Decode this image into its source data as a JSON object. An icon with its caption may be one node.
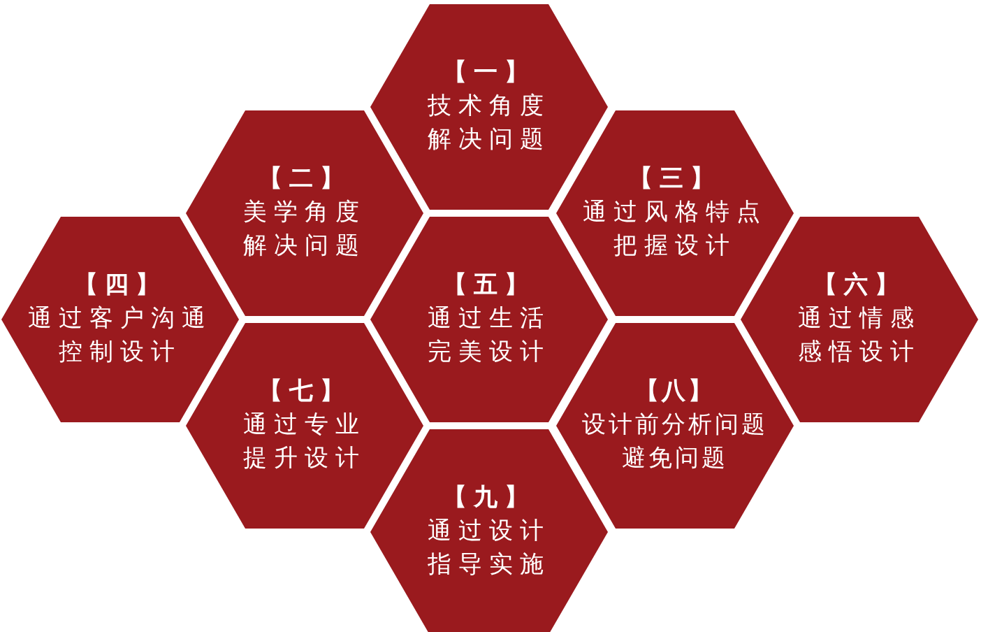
{
  "diagram": {
    "nodes": [
      {
        "text": [
          "【一】",
          "技术角度解决问题"
        ]
      },
      {
        "text": [
          "【二】",
          "美学角度解决问题"
        ]
      },
      {
        "text": [
          "【三】",
          "通过风格特点把握设计"
        ]
      },
      {
        "text": [
          "【四】",
          "通过客户沟通控制设计"
        ]
      },
      {
        "text": [
          "【五】",
          "通过生活完美设计"
        ]
      },
      {
        "text": [
          "【六】",
          "通过情感感悟设计"
        ]
      },
      {
        "text": [
          "【七】",
          "通过专业提升设计"
        ]
      },
      {
        "text": [
          "【八】",
          "设计前分析问题避免问题"
        ]
      },
      {
        "text": [
          "【九】",
          "通过设计指导实施"
        ]
      }
    ],
    "edges": []
  }
}
